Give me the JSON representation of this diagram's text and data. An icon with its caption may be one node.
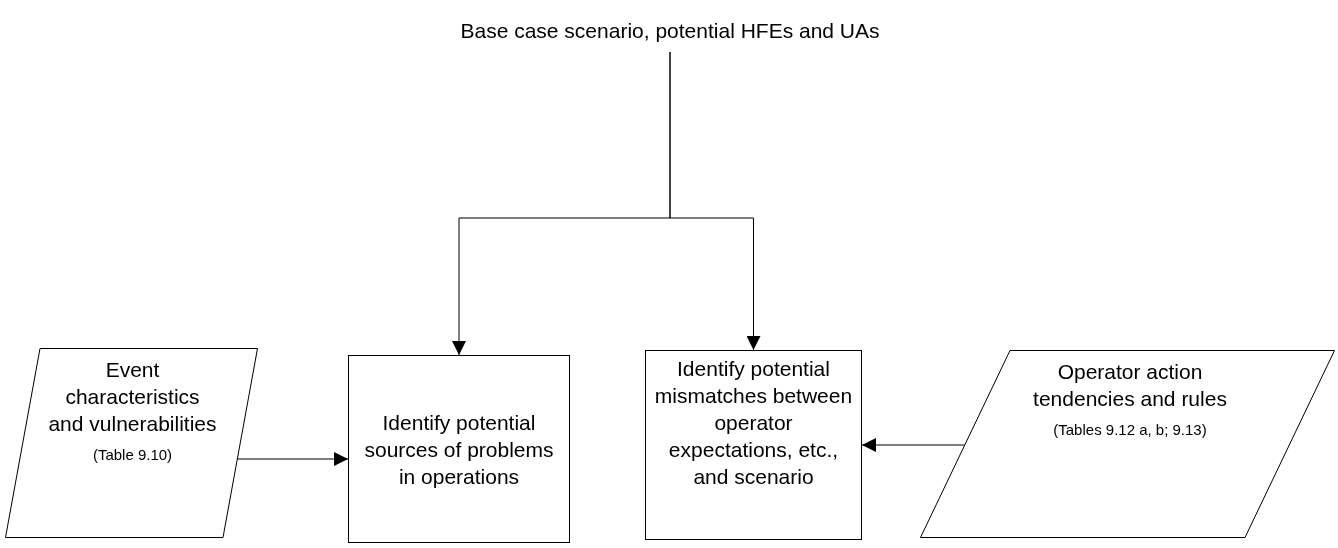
{
  "diagram": {
    "nodes": [
      {
        "text": [
          "Base case scenario, potential HFEs and UAs"
        ]
      },
      {
        "text": [
          "Event characteristics and vulnerabilities",
          "(Table 9.10)"
        ]
      },
      {
        "text": [
          "Identify potential sources of problems in operations"
        ]
      },
      {
        "text": [
          "Identify potential mismatches between operator expectations, etc., and scenario"
        ]
      },
      {
        "text": [
          "Operator action tendencies and rules",
          "(Tables 9.12 a, b; 9.13)"
        ]
      }
    ],
    "edges": [
      {
        "from": 0,
        "to": 2,
        "arrow": "to"
      },
      {
        "from": 0,
        "to": 3,
        "arrow": "to"
      },
      {
        "from": 1,
        "to": 2,
        "arrow": "to"
      },
      {
        "from": 4,
        "to": 3,
        "arrow": "to"
      }
    ]
  }
}
